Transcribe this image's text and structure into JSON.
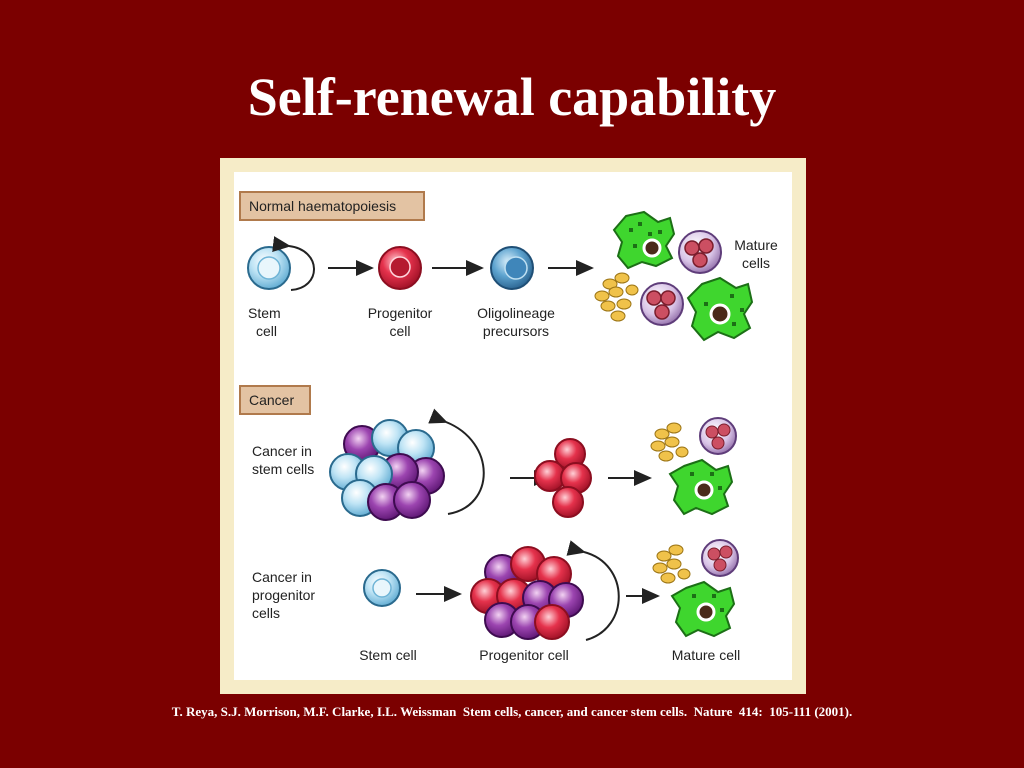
{
  "slide": {
    "title": "Self-renewal capability",
    "citation": "T. Reya, S.J. Morrison, M.F. Clarke, I.L. Weissman  Stem cells, cancer, and cancer stem cells.  Nature  414:  105-111 (2001)."
  },
  "diagram": {
    "normal": {
      "section_label": "Normal haematopoiesis",
      "stem_cell": [
        "Stem",
        "cell"
      ],
      "progenitor_cell": [
        "Progenitor",
        "cell"
      ],
      "oligolineage": [
        "Oligolineage",
        "precursors"
      ],
      "mature_cells": [
        "Mature",
        "cells"
      ]
    },
    "cancer": {
      "section_label": "Cancer",
      "cancer_in_stem_cells": [
        "Cancer in",
        "stem cells"
      ],
      "cancer_in_progenitor_cells": [
        "Cancer in",
        "progenitor",
        "cells"
      ],
      "stem_cell": "Stem cell",
      "progenitor_cell": "Progenitor cell",
      "mature_cell": "Mature cell"
    }
  },
  "colors": {
    "background": "#7b0000",
    "stem_cell": "#9fd3ec",
    "progenitor_cell": "#e0304a",
    "precursor_cell": "#4f97c9",
    "cancer_stem_purple": "#8c3aa0",
    "green_cell": "#37d42a",
    "tag_fill": "#e3c3a3"
  }
}
